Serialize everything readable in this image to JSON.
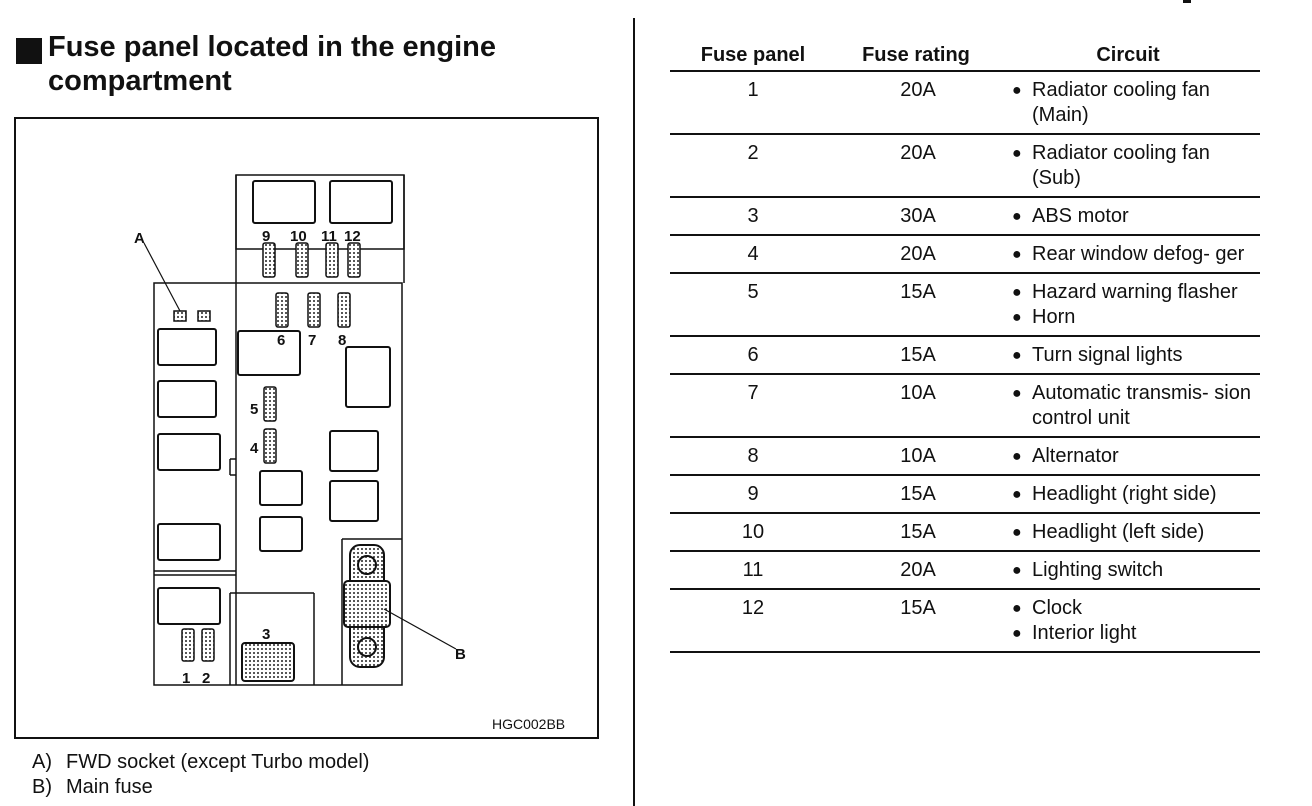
{
  "heading": {
    "title": "Fuse panel located in the engine compartment"
  },
  "figure": {
    "label_a": "A",
    "label_b": "B",
    "fuse_numbers": [
      "9",
      "10",
      "11",
      "12",
      "6",
      "7",
      "8",
      "5",
      "4",
      "3",
      "1",
      "2"
    ],
    "code": "HGC002BB"
  },
  "legend": [
    {
      "key": "A)",
      "text": "FWD socket (except Turbo model)"
    },
    {
      "key": "B)",
      "text": "Main fuse"
    }
  ],
  "table": {
    "headers": [
      "Fuse panel",
      "Fuse rating",
      "Circuit"
    ],
    "bullet": "●",
    "rows": [
      {
        "panel": "1",
        "rating": "20A",
        "circuits": [
          "Radiator cooling fan (Main)"
        ]
      },
      {
        "panel": "2",
        "rating": "20A",
        "circuits": [
          "Radiator cooling fan (Sub)"
        ]
      },
      {
        "panel": "3",
        "rating": "30A",
        "circuits": [
          "ABS motor"
        ]
      },
      {
        "panel": "4",
        "rating": "20A",
        "circuits": [
          "Rear window defog- ger"
        ]
      },
      {
        "panel": "5",
        "rating": "15A",
        "circuits": [
          "Hazard warning flasher",
          "Horn"
        ]
      },
      {
        "panel": "6",
        "rating": "15A",
        "circuits": [
          "Turn signal lights"
        ]
      },
      {
        "panel": "7",
        "rating": "10A",
        "circuits": [
          "Automatic transmis- sion control unit"
        ]
      },
      {
        "panel": "8",
        "rating": "10A",
        "circuits": [
          "Alternator"
        ]
      },
      {
        "panel": "9",
        "rating": "15A",
        "circuits": [
          "Headlight (right side)"
        ]
      },
      {
        "panel": "10",
        "rating": "15A",
        "circuits": [
          "Headlight (left side)"
        ]
      },
      {
        "panel": "11",
        "rating": "20A",
        "circuits": [
          "Lighting switch"
        ]
      },
      {
        "panel": "12",
        "rating": "15A",
        "circuits": [
          "Clock",
          "Interior light"
        ]
      }
    ]
  }
}
